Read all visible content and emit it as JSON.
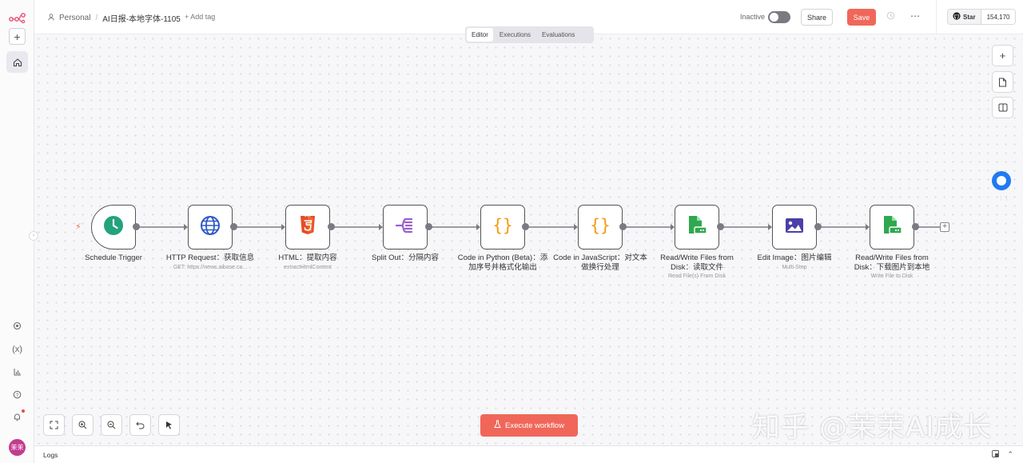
{
  "header": {
    "project": "Personal",
    "workflow_name": "AI日报-本地字体-1105",
    "add_tag": "+ Add tag",
    "status": "Inactive",
    "share": "Share",
    "save": "Save",
    "github_star": "Star",
    "github_count": "154,170"
  },
  "tabs": [
    "Editor",
    "Executions",
    "Evaluations"
  ],
  "active_tab": "Editor",
  "nodes": [
    {
      "label": "Schedule Trigger",
      "sub": "",
      "icon": "clock-icon"
    },
    {
      "label": "HTTP Request：获取信息",
      "sub": "GET: https://news.aibase.co...",
      "icon": "globe-icon"
    },
    {
      "label": "HTML：提取内容",
      "sub": "extractHtmlContent",
      "icon": "html5-icon"
    },
    {
      "label": "Split Out：分隔内容",
      "sub": "",
      "icon": "split-out-icon"
    },
    {
      "label": "Code in Python (Beta)：添加序号并格式化输出",
      "sub": "",
      "icon": "code-braces-icon"
    },
    {
      "label": "Code in JavaScript：对文本做换行处理",
      "sub": "",
      "icon": "code-braces-icon"
    },
    {
      "label": "Read/Write Files from Disk：读取文件",
      "sub": "Read File(s) From Disk",
      "icon": "file-disk-icon"
    },
    {
      "label": "Edit Image：图片编辑",
      "sub": "Multi Step",
      "icon": "image-icon"
    },
    {
      "label": "Read/Write Files from Disk：下载图片到本地",
      "sub": "Write File to Disk",
      "icon": "file-disk-icon"
    }
  ],
  "execute_button": "Execute workflow",
  "watermark": "知乎 @茉茉AI成长",
  "logs": "Logs",
  "avatar_text": "茉茉"
}
